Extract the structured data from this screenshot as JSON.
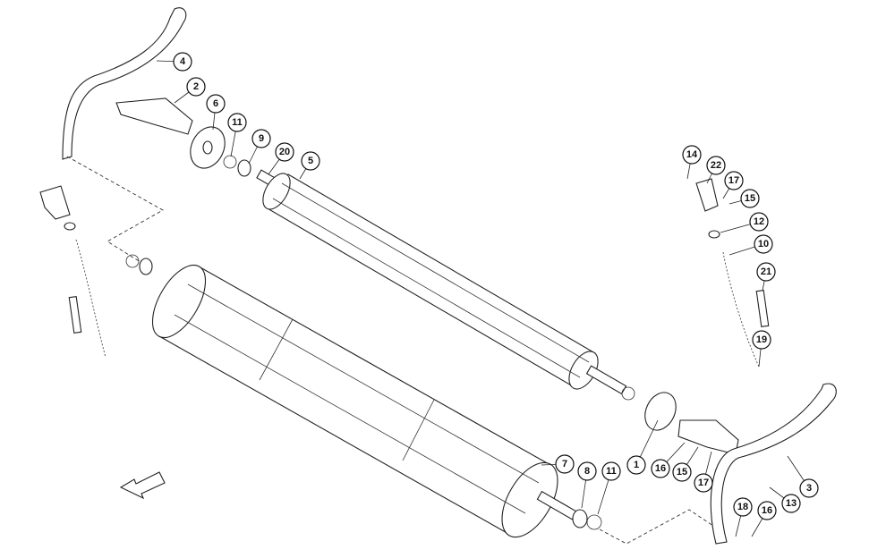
{
  "diagram": {
    "type": "exploded-parts-diagram",
    "callouts": [
      "4",
      "2",
      "6",
      "11",
      "9",
      "20",
      "5",
      "14",
      "22",
      "17",
      "15",
      "12",
      "10",
      "21",
      "19",
      "7",
      "8",
      "11",
      "1",
      "16",
      "15",
      "17",
      "3",
      "13",
      "18",
      "16"
    ]
  }
}
